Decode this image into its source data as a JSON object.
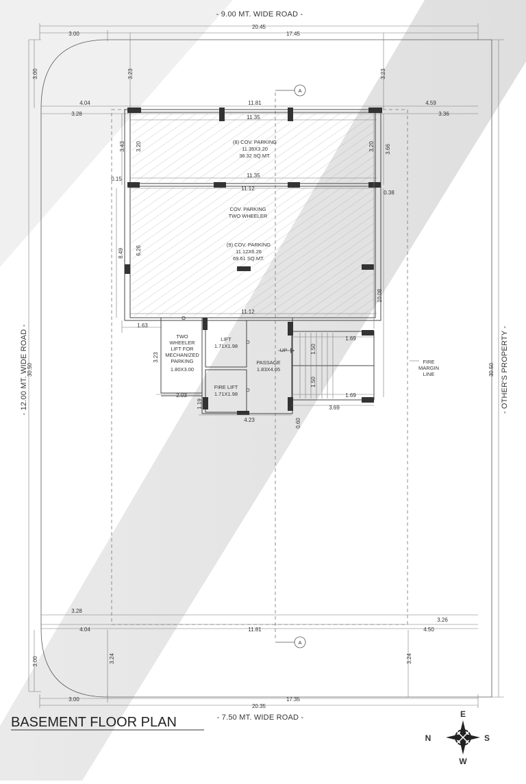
{
  "title": "BASEMENT FLOOR PLAN",
  "roads": {
    "top": "- 9.00 MT. WIDE ROAD -",
    "bottom": "- 7.50 MT. WIDE ROAD -",
    "left": "- 12.00 MT. WIDE ROAD -",
    "right": "- OTHER'S PROPERTY -"
  },
  "rooms": {
    "parking1_l1": "(8) COV. PARKING",
    "parking1_l2": "11.35X3.20",
    "parking1_l3": "36.32 SQ.MT.",
    "parking2_l1": "COV. PARKING",
    "parking2_l2": "TWO WHEELER",
    "parking3_l1": "(9) COV. PARKING",
    "parking3_l2": "11.12X6.26",
    "parking3_l3": "69.61 SQ.MT.",
    "twl_l1": "TWO",
    "twl_l2": "WHEELER",
    "twl_l3": "LIFT FOR",
    "twl_l4": "MECHANIZED",
    "twl_l5": "PARKING",
    "twl_l6": "1.80X3.00",
    "lift_l1": "LIFT",
    "lift_l2": "1.71X1.98",
    "firelift_l1": "FIRE LIFT",
    "firelift_l2": "1.71X1.98",
    "passage_l1": "PASSAGE",
    "passage_l2": "1.83X4.65",
    "door1": "D",
    "door2": "D",
    "up": "UP",
    "fire_l1": "FIRE",
    "fire_l2": "MARGIN",
    "fire_l3": "LINE",
    "section_top": "A",
    "section_bottom": "A",
    "small_o": "O"
  },
  "dims": {
    "d2045": "20.45",
    "d300t": "3.00",
    "d1745": "17.45",
    "d300lt": "3.00",
    "d323l": "3.23",
    "d323r": "3.23",
    "d404t": "4.04",
    "d1181t": "11.81",
    "d459": "4.59",
    "d328t": "3.28",
    "d1135a": "11.35",
    "d336": "3.36",
    "d343": "3.43",
    "d320l": "3.20",
    "d320r": "3.20",
    "d366": "3.66",
    "d015": "0.15",
    "d1135b": "11.35",
    "d1112a": "11.12",
    "d038": "0.38",
    "d849": "8.49",
    "d626": "6.26",
    "d1008": "10.08",
    "d1112b": "11.12",
    "d163": "1.63",
    "d169a": "1.69",
    "d150a": "1.50",
    "d323m": "3.23",
    "d150b": "1.50",
    "d169b": "1.69",
    "d203": "2.03",
    "d119": "1.19",
    "d369": "3.69",
    "d423": "4.23",
    "d060": "0.60",
    "d3050l": "30.50",
    "d3050r": "30.50",
    "d328b": "3.28",
    "d326": "3.26",
    "d404b": "4.04",
    "d1181b": "11.81",
    "d450": "4.50",
    "d300lb": "3.00",
    "d324l": "3.24",
    "d324r": "3.24",
    "d300b": "3.00",
    "d1735": "17.35",
    "d2035": "20.35"
  },
  "compass": {
    "E": "E",
    "W": "W",
    "N": "N",
    "S": "S"
  }
}
